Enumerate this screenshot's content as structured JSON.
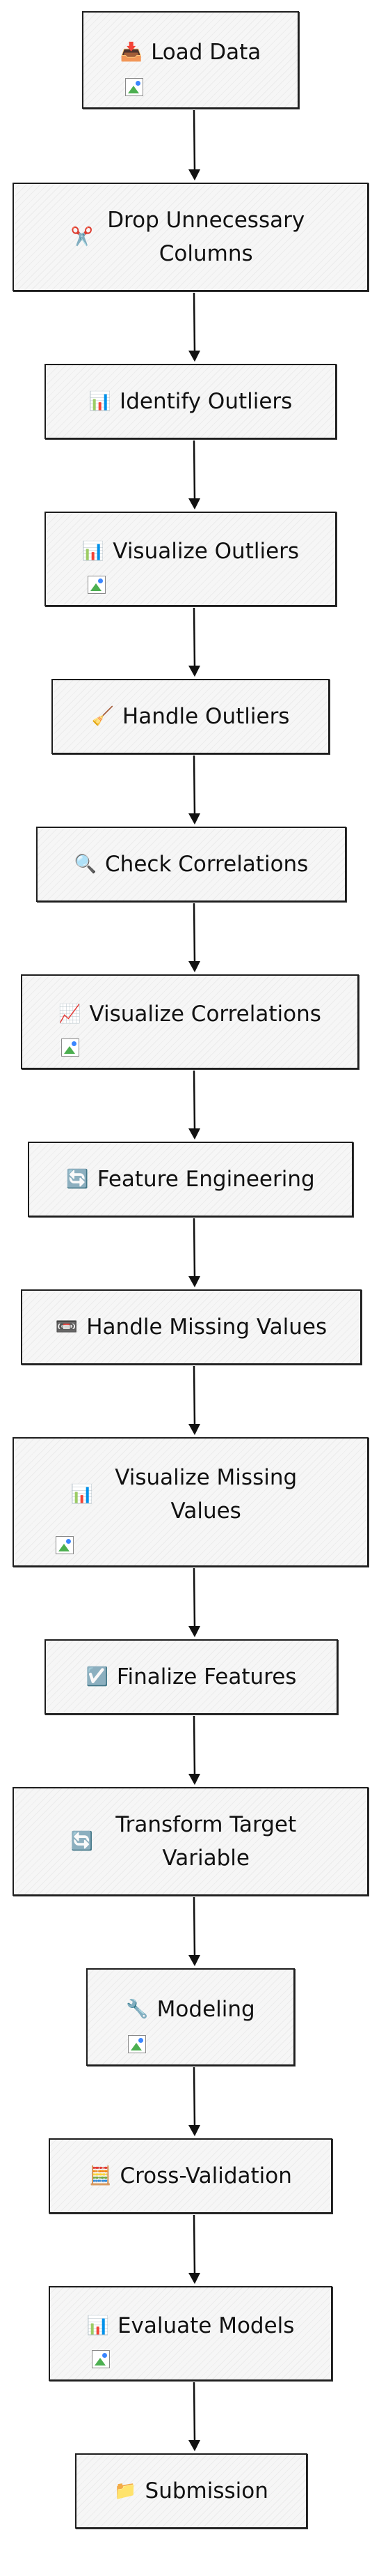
{
  "flowchart": {
    "nodes": [
      {
        "id": "load",
        "icon": "📥",
        "icon_name": "inbox-tray-icon",
        "label": "Load Data",
        "image": true
      },
      {
        "id": "drop",
        "icon": "✂️",
        "icon_name": "scissors-icon",
        "label": "Drop Unnecessary Columns",
        "image": false
      },
      {
        "id": "identify",
        "icon": "📊",
        "icon_name": "bar-chart-icon",
        "label": "Identify Outliers",
        "image": false
      },
      {
        "id": "visualize-outliers",
        "icon": "📊",
        "icon_name": "bar-chart-icon",
        "label": "Visualize Outliers",
        "image": true
      },
      {
        "id": "handle-outliers",
        "icon": "🧹",
        "icon_name": "broom-icon",
        "label": "Handle Outliers",
        "image": false
      },
      {
        "id": "check-corr",
        "icon": "🔍",
        "icon_name": "magnifier-icon",
        "label": "Check Correlations",
        "image": false
      },
      {
        "id": "visualize-corr",
        "icon": "📈",
        "icon_name": "line-chart-icon",
        "label": "Visualize Correlations",
        "image": true
      },
      {
        "id": "feature-eng",
        "icon": "🔄",
        "icon_name": "refresh-icon",
        "label": "Feature Engineering",
        "image": false
      },
      {
        "id": "missing",
        "icon": "📼",
        "icon_name": "cassette-icon",
        "label": "Handle Missing Values",
        "image": false
      },
      {
        "id": "visualize-missing",
        "icon": "📊",
        "icon_name": "bar-chart-icon",
        "label": "Visualize Missing Values",
        "image": true
      },
      {
        "id": "finalize",
        "icon": "☑️",
        "icon_name": "checkbox-icon",
        "label": "Finalize Features",
        "image": false
      },
      {
        "id": "transform",
        "icon": "🔄",
        "icon_name": "refresh-icon",
        "label": "Transform Target Variable",
        "image": false
      },
      {
        "id": "modeling",
        "icon": "🔧",
        "icon_name": "wrench-icon",
        "label": "Modeling",
        "image": true
      },
      {
        "id": "cv",
        "icon": "🧮",
        "icon_name": "abacus-icon",
        "label": "Cross-Validation",
        "image": false
      },
      {
        "id": "evaluate",
        "icon": "📊",
        "icon_name": "bar-chart-icon",
        "label": "Evaluate Models",
        "image": true
      },
      {
        "id": "submission",
        "icon": "📁",
        "icon_name": "folder-icon",
        "label": "Submission",
        "image": false
      }
    ],
    "edges": [
      [
        "load",
        "drop"
      ],
      [
        "drop",
        "identify"
      ],
      [
        "identify",
        "visualize-outliers"
      ],
      [
        "visualize-outliers",
        "handle-outliers"
      ],
      [
        "handle-outliers",
        "check-corr"
      ],
      [
        "check-corr",
        "visualize-corr"
      ],
      [
        "visualize-corr",
        "feature-eng"
      ],
      [
        "feature-eng",
        "missing"
      ],
      [
        "missing",
        "visualize-missing"
      ],
      [
        "visualize-missing",
        "finalize"
      ],
      [
        "finalize",
        "transform"
      ],
      [
        "transform",
        "modeling"
      ],
      [
        "modeling",
        "cv"
      ],
      [
        "cv",
        "evaluate"
      ],
      [
        "evaluate",
        "submission"
      ]
    ],
    "colors": {
      "border": "#1e1e1e",
      "fill": "#f3f3f3",
      "arrow": "#111111"
    }
  }
}
